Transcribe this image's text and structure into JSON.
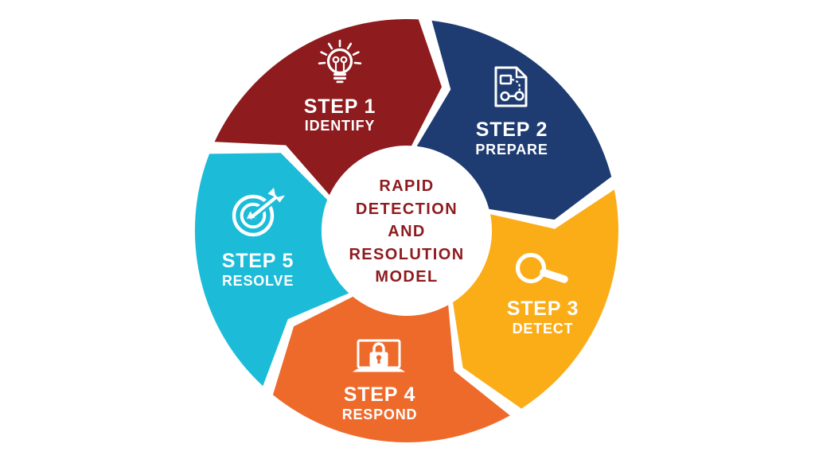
{
  "diagram": {
    "background_color": "#FFFFFF",
    "center": {
      "lines": [
        "RAPID",
        "DETECTION",
        "AND",
        "RESOLUTION",
        "MODEL"
      ],
      "text_color": "#8E1B1E",
      "circle_color": "#FFFFFF"
    },
    "steps": [
      {
        "step": "STEP 1",
        "label": "IDENTIFY",
        "color": "#8E1B1E",
        "icon": "lightbulb-idea"
      },
      {
        "step": "STEP 2",
        "label": "PREPARE",
        "color": "#1E3C72",
        "icon": "flowchart-document"
      },
      {
        "step": "STEP 3",
        "label": "DETECT",
        "color": "#FBAD18",
        "icon": "magnifying-glass"
      },
      {
        "step": "STEP 4",
        "label": "RESPOND",
        "color": "#EE6A2B",
        "icon": "laptop-lock"
      },
      {
        "step": "STEP 5",
        "label": "RESOLVE",
        "color": "#1CBCD9",
        "icon": "target-dart"
      }
    ]
  }
}
